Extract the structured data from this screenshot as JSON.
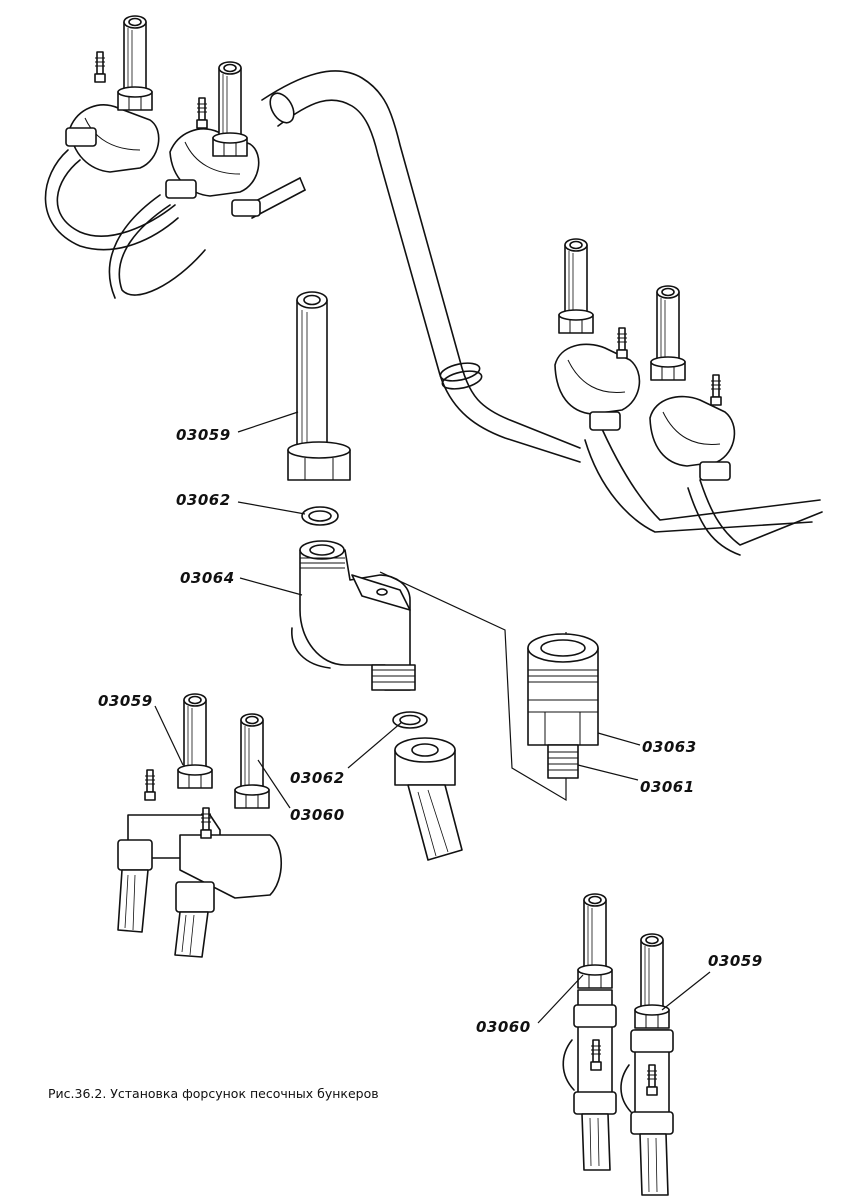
{
  "labels": {
    "l1": "03059",
    "l2": "03062",
    "l3": "03064",
    "l4": "03059",
    "l5": "03062",
    "l6": "03060",
    "l7": "03063",
    "l8": "03061",
    "l9": "03059",
    "l10": "03060"
  },
  "caption": "Рис.36.2. Установка форсунок песочных бункеров"
}
